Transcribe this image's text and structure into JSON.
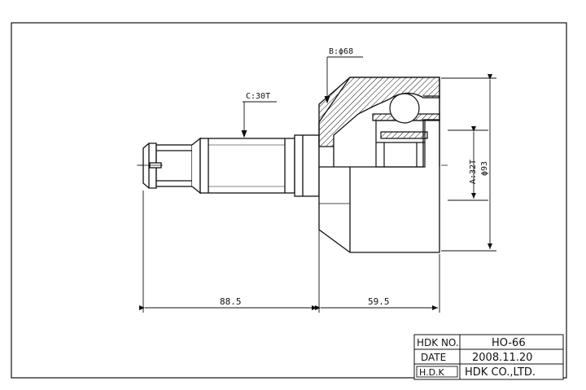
{
  "drawing": {
    "callouts": {
      "spline": "C:30T",
      "outer_bore": "B:ϕ68",
      "inner_spline": "A:32T",
      "outer_diameter": "ϕ93"
    },
    "dimensions": {
      "shaft_length": "88.5",
      "housing_length": "59.5"
    }
  },
  "title_block": {
    "part_no_label": "HDK NO.",
    "part_no": "HO-66",
    "date_label": "DATE",
    "date": "2008.11.20",
    "logo_text": "H.D.K",
    "company": "HDK CO.,LTD."
  },
  "colors": {
    "line": "#111111",
    "background": "#ffffff"
  }
}
